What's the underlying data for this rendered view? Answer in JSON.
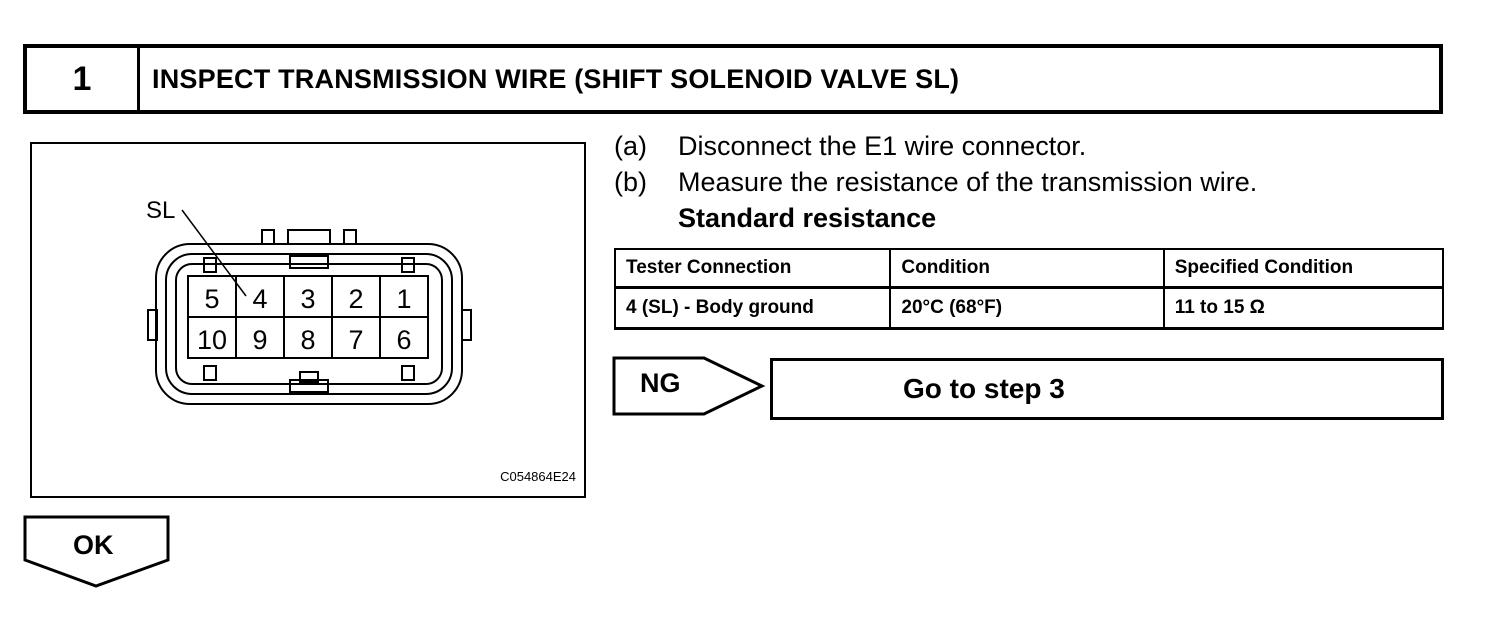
{
  "header": {
    "step_number": "1",
    "title": "INSPECT TRANSMISSION WIRE (SHIFT SOLENOID VALVE SL)"
  },
  "figure": {
    "callout_label": "SL",
    "pins_top": [
      "5",
      "4",
      "3",
      "2",
      "1"
    ],
    "pins_bottom": [
      "10",
      "9",
      "8",
      "7",
      "6"
    ],
    "figure_code": "C054864E24"
  },
  "instructions": [
    {
      "label": "(a)",
      "text": "Disconnect the E1 wire connector."
    },
    {
      "label": "(b)",
      "text": "Measure the resistance of the transmission wire."
    }
  ],
  "standard_heading": "Standard resistance",
  "spec_table": {
    "headers": [
      "Tester Connection",
      "Condition",
      "Specified Condition"
    ],
    "row": [
      "4 (SL) - Body ground",
      "20°C (68°F)",
      "11 to 15 Ω"
    ]
  },
  "ng_branch": {
    "label": "NG",
    "target": "Go to step 3"
  },
  "ok_branch": {
    "label": "OK"
  }
}
